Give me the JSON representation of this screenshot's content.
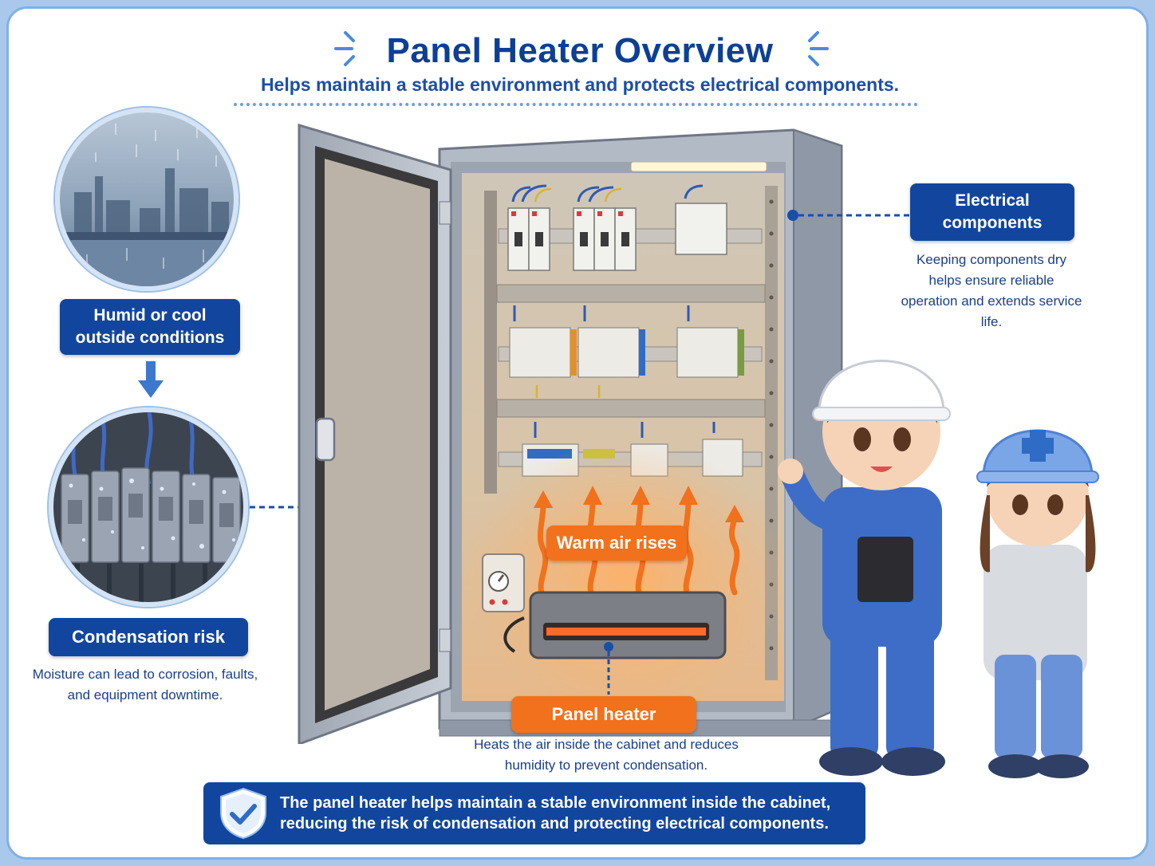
{
  "header": {
    "title": "Panel Heater Overview",
    "subtitle": "Helps maintain a stable environment and protects electrical components."
  },
  "left": {
    "humid_label": "Humid or cool outside conditions",
    "condensation_label": "Condensation risk",
    "condensation_desc": "Moisture can lead to corrosion, faults, and equipment downtime."
  },
  "right": {
    "components_label": "Electrical components",
    "components_desc": "Keeping components dry helps ensure reliable operation and extends service life."
  },
  "center": {
    "warm_air_label": "Warm air rises",
    "heater_label": "Panel heater",
    "heater_desc": "Heats the air inside the cabinet and reduces humidity to prevent condensation."
  },
  "footer": {
    "summary": "The panel heater helps maintain a stable environment inside the cabinet, reducing the risk of condensation and protecting electrical components."
  },
  "colors": {
    "primary_blue": "#12469e",
    "title_blue": "#0d3f98",
    "accent_orange": "#f2711c",
    "frame_blue": "#7fb0e6"
  },
  "icons": [
    "shield-check-icon",
    "down-arrow-icon",
    "warm-air-arrow-icon"
  ]
}
